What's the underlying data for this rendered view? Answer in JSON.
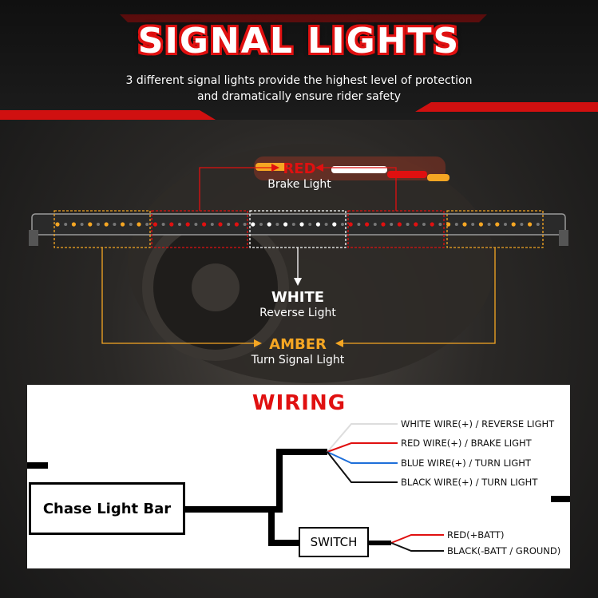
{
  "header": {
    "title": "SIGNAL LIGHTS",
    "subtitle_line1": "3 different signal lights provide the highest level of protection",
    "subtitle_line2": "and dramatically ensure rider safety"
  },
  "signals": {
    "red": {
      "name": "RED",
      "label": "Brake Light",
      "color": "#e01010"
    },
    "white": {
      "name": "WHITE",
      "label": "Reverse Light",
      "color": "#ffffff"
    },
    "amber": {
      "name": "AMBER",
      "label": "Turn Signal Light",
      "color": "#f5a623"
    }
  },
  "wiring": {
    "title": "WIRING",
    "light_bar": "Chase Light Bar",
    "switch": "SWITCH",
    "wires": [
      {
        "label": "WHITE WIRE(+) / REVERSE LIGHT",
        "color": "#dddddd"
      },
      {
        "label": "RED WIRE(+) / BRAKE LIGHT",
        "color": "#e01010"
      },
      {
        "label": "BLUE WIRE(+) / TURN LIGHT",
        "color": "#1e6fd9"
      },
      {
        "label": "BLACK WIRE(+) / TURN LIGHT",
        "color": "#111111"
      }
    ],
    "batt": [
      {
        "label": "RED(+BATT)",
        "color": "#e01010"
      },
      {
        "label": "BLACK(-BATT / GROUND)",
        "color": "#111111"
      }
    ]
  }
}
